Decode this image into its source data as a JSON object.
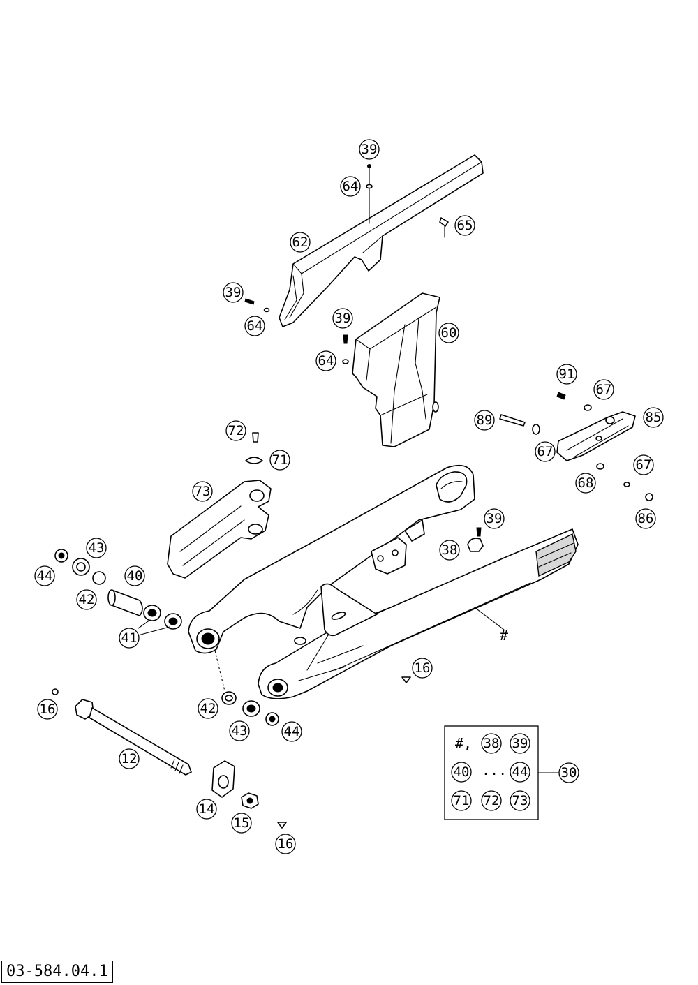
{
  "drawing_code": "03-584.04.1",
  "callouts": [
    {
      "id": "c-39-top",
      "label": "39"
    },
    {
      "id": "c-64-top",
      "label": "64"
    },
    {
      "id": "c-65",
      "label": "65"
    },
    {
      "id": "c-62",
      "label": "62"
    },
    {
      "id": "c-39-left",
      "label": "39"
    },
    {
      "id": "c-64-left",
      "label": "64"
    },
    {
      "id": "c-39-mid",
      "label": "39"
    },
    {
      "id": "c-60",
      "label": "60"
    },
    {
      "id": "c-64-mid",
      "label": "64"
    },
    {
      "id": "c-91",
      "label": "91"
    },
    {
      "id": "c-67-a",
      "label": "67"
    },
    {
      "id": "c-89",
      "label": "89"
    },
    {
      "id": "c-85",
      "label": "85"
    },
    {
      "id": "c-67-b",
      "label": "67"
    },
    {
      "id": "c-67-c",
      "label": "67"
    },
    {
      "id": "c-68",
      "label": "68"
    },
    {
      "id": "c-86",
      "label": "86"
    },
    {
      "id": "c-72",
      "label": "72"
    },
    {
      "id": "c-71",
      "label": "71"
    },
    {
      "id": "c-73",
      "label": "73"
    },
    {
      "id": "c-39-right",
      "label": "39"
    },
    {
      "id": "c-38",
      "label": "38"
    },
    {
      "id": "c-43-left",
      "label": "43"
    },
    {
      "id": "c-44-left",
      "label": "44"
    },
    {
      "id": "c-40",
      "label": "40"
    },
    {
      "id": "c-42-left",
      "label": "42"
    },
    {
      "id": "c-41",
      "label": "41"
    },
    {
      "id": "c-16-right",
      "label": "16"
    },
    {
      "id": "c-16-left",
      "label": "16"
    },
    {
      "id": "c-42-bottom",
      "label": "42"
    },
    {
      "id": "c-43-bottom",
      "label": "43"
    },
    {
      "id": "c-44-bottom",
      "label": "44"
    },
    {
      "id": "c-12",
      "label": "12"
    },
    {
      "id": "c-14",
      "label": "14"
    },
    {
      "id": "c-15",
      "label": "15"
    },
    {
      "id": "c-16-bottom",
      "label": "16"
    },
    {
      "id": "c-30",
      "label": "30"
    }
  ],
  "swingarm_marker": "#",
  "kit_box": {
    "hash_label": "#,",
    "ellipsis": "...",
    "items": [
      "38",
      "39",
      "40",
      "44",
      "71",
      "72",
      "73"
    ]
  }
}
